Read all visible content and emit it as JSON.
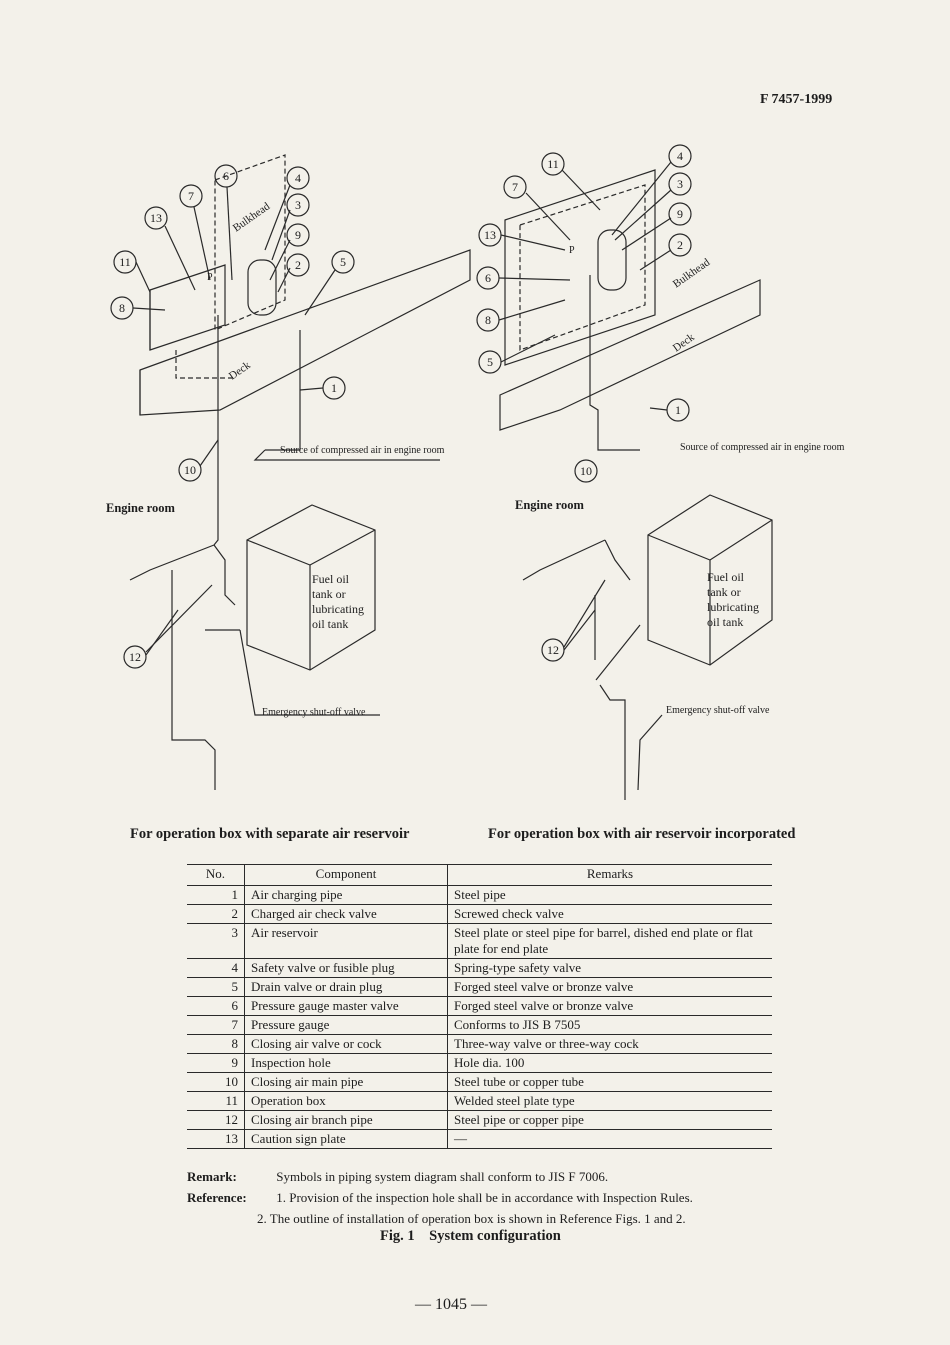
{
  "header": {
    "doc_number": "F 7457-1999"
  },
  "diagram": {
    "labels": {
      "bulkhead": "Bulkhead",
      "deck": "Deck",
      "engine_room": "Engine room",
      "source_air": "Source of compressed air in engine room",
      "fuel_tank_l1": "Fuel oil",
      "fuel_tank_l2": "tank or",
      "fuel_tank_l3": "lubricating",
      "fuel_tank_l4": "oil tank",
      "emergency_valve": "Emergency shut-off valve",
      "pressure_symbol": "P"
    },
    "left_callouts": [
      "13",
      "7",
      "6",
      "4",
      "3",
      "9",
      "2",
      "5",
      "11",
      "8",
      "1",
      "10",
      "12"
    ],
    "right_callouts": [
      "11",
      "7",
      "4",
      "3",
      "9",
      "13",
      "2",
      "6",
      "8",
      "5",
      "1",
      "10",
      "12"
    ]
  },
  "captions": {
    "left": "For operation box with separate air reservoir",
    "right": "For operation box with air reservoir incorporated"
  },
  "table": {
    "headers": [
      "No.",
      "Component",
      "Remarks"
    ],
    "rows": [
      {
        "no": "1",
        "component": "Air charging pipe",
        "remarks": "Steel pipe"
      },
      {
        "no": "2",
        "component": "Charged air check valve",
        "remarks": "Screwed check valve"
      },
      {
        "no": "3",
        "component": "Air reservoir",
        "remarks": "Steel plate or steel pipe for barrel, dished end plate or flat plate for end plate"
      },
      {
        "no": "4",
        "component": "Safety valve or fusible plug",
        "remarks": "Spring-type safety valve"
      },
      {
        "no": "5",
        "component": "Drain valve or drain plug",
        "remarks": "Forged steel valve or bronze valve"
      },
      {
        "no": "6",
        "component": "Pressure gauge master valve",
        "remarks": "Forged steel valve or bronze valve"
      },
      {
        "no": "7",
        "component": "Pressure gauge",
        "remarks": "Conforms to JIS B 7505"
      },
      {
        "no": "8",
        "component": "Closing air valve or cock",
        "remarks": "Three-way valve or three-way cock"
      },
      {
        "no": "9",
        "component": "Inspection hole",
        "remarks": "Hole dia. 100"
      },
      {
        "no": "10",
        "component": "Closing air main pipe",
        "remarks": "Steel tube or copper tube"
      },
      {
        "no": "11",
        "component": "Operation box",
        "remarks": "Welded steel plate type"
      },
      {
        "no": "12",
        "component": "Closing air branch pipe",
        "remarks": "Steel pipe or copper pipe"
      },
      {
        "no": "13",
        "component": "Caution sign plate",
        "remarks": "—"
      }
    ]
  },
  "notes": {
    "remark_label": "Remark:",
    "remark_text": "Symbols in piping system diagram shall conform to JIS F 7006.",
    "reference_label": "Reference:",
    "ref1": "1. Provision of the inspection hole shall be in accordance with Inspection Rules.",
    "ref2": "2. The outline of installation of operation box is shown in Reference Figs. 1 and 2."
  },
  "figure_title": "Fig. 1    System configuration",
  "page_number": "— 1045 —"
}
